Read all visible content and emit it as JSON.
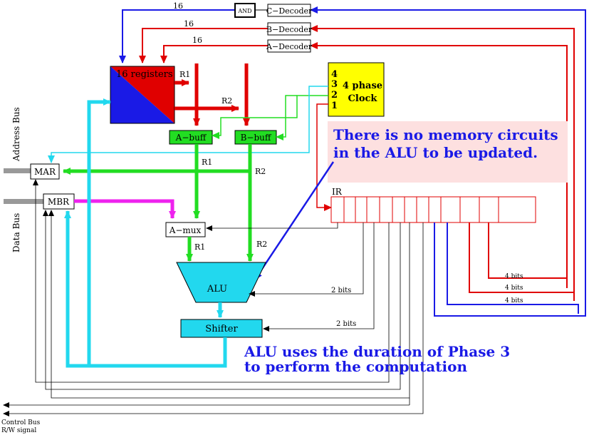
{
  "registers": {
    "label": "16 registers"
  },
  "decoders": {
    "c": "C−Decoder",
    "b": "B−Decoder",
    "a": "A−Decoder",
    "and_gate": "AND"
  },
  "bit_widths": {
    "top_c": "16",
    "top_b": "16",
    "top_a": "16",
    "four_bits": "4 bits",
    "two_bits": "2 bits"
  },
  "buffers": {
    "a": "A−buff",
    "b": "B−buff"
  },
  "clock": {
    "title_line1": "4 phase",
    "title_line2": "Clock",
    "phases": [
      "4",
      "3",
      "2",
      "1"
    ]
  },
  "signals": {
    "r1": "R1",
    "r2": "R2"
  },
  "memory_regs": {
    "mar": "MAR",
    "mbr": "MBR",
    "ir": "IR"
  },
  "buses": {
    "address": "Address Bus",
    "data": "Data Bus",
    "control_line1": "Control Bus",
    "control_line2": "R/W signal"
  },
  "datapath": {
    "amux": "A−mux",
    "alu": "ALU",
    "shifter": "Shifter"
  },
  "notes": {
    "memory_line1": "There is no memory circuits",
    "memory_line2": "in the ALU to be updated.",
    "alu_line1": "ALU uses the duration of Phase 3",
    "alu_line2": "to perform the computation"
  },
  "colors": {
    "red": "#e00000",
    "green": "#22dd22",
    "blue": "#1a1ae6",
    "cyan": "#22d8ee",
    "magenta": "#ee22ee",
    "yellow": "#ffff00",
    "note_bg": "#fde0e0",
    "gray": "#999999"
  }
}
